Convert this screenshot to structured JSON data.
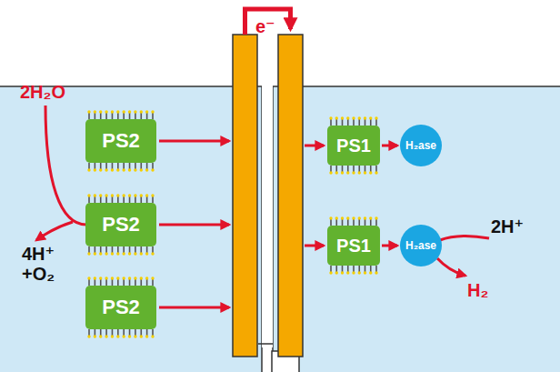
{
  "diagram": {
    "nodes": [
      {
        "text": [
          "PS2"
        ]
      },
      {
        "text": [
          "PS2"
        ]
      },
      {
        "text": [
          "PS2"
        ]
      },
      {
        "text": [
          "PS1"
        ]
      },
      {
        "text": [
          "PS1"
        ]
      },
      {
        "text": [
          "H₂ase"
        ]
      },
      {
        "text": [
          "H₂ase"
        ]
      }
    ],
    "edges": [
      {
        "from": 3,
        "to": 5,
        "arrow": "to"
      },
      {
        "from": 4,
        "to": 6,
        "arrow": "to"
      }
    ],
    "labels": [
      "e⁻",
      "2H₂O",
      "4H⁺ +O₂",
      "2H⁺",
      "H₂"
    ]
  }
}
